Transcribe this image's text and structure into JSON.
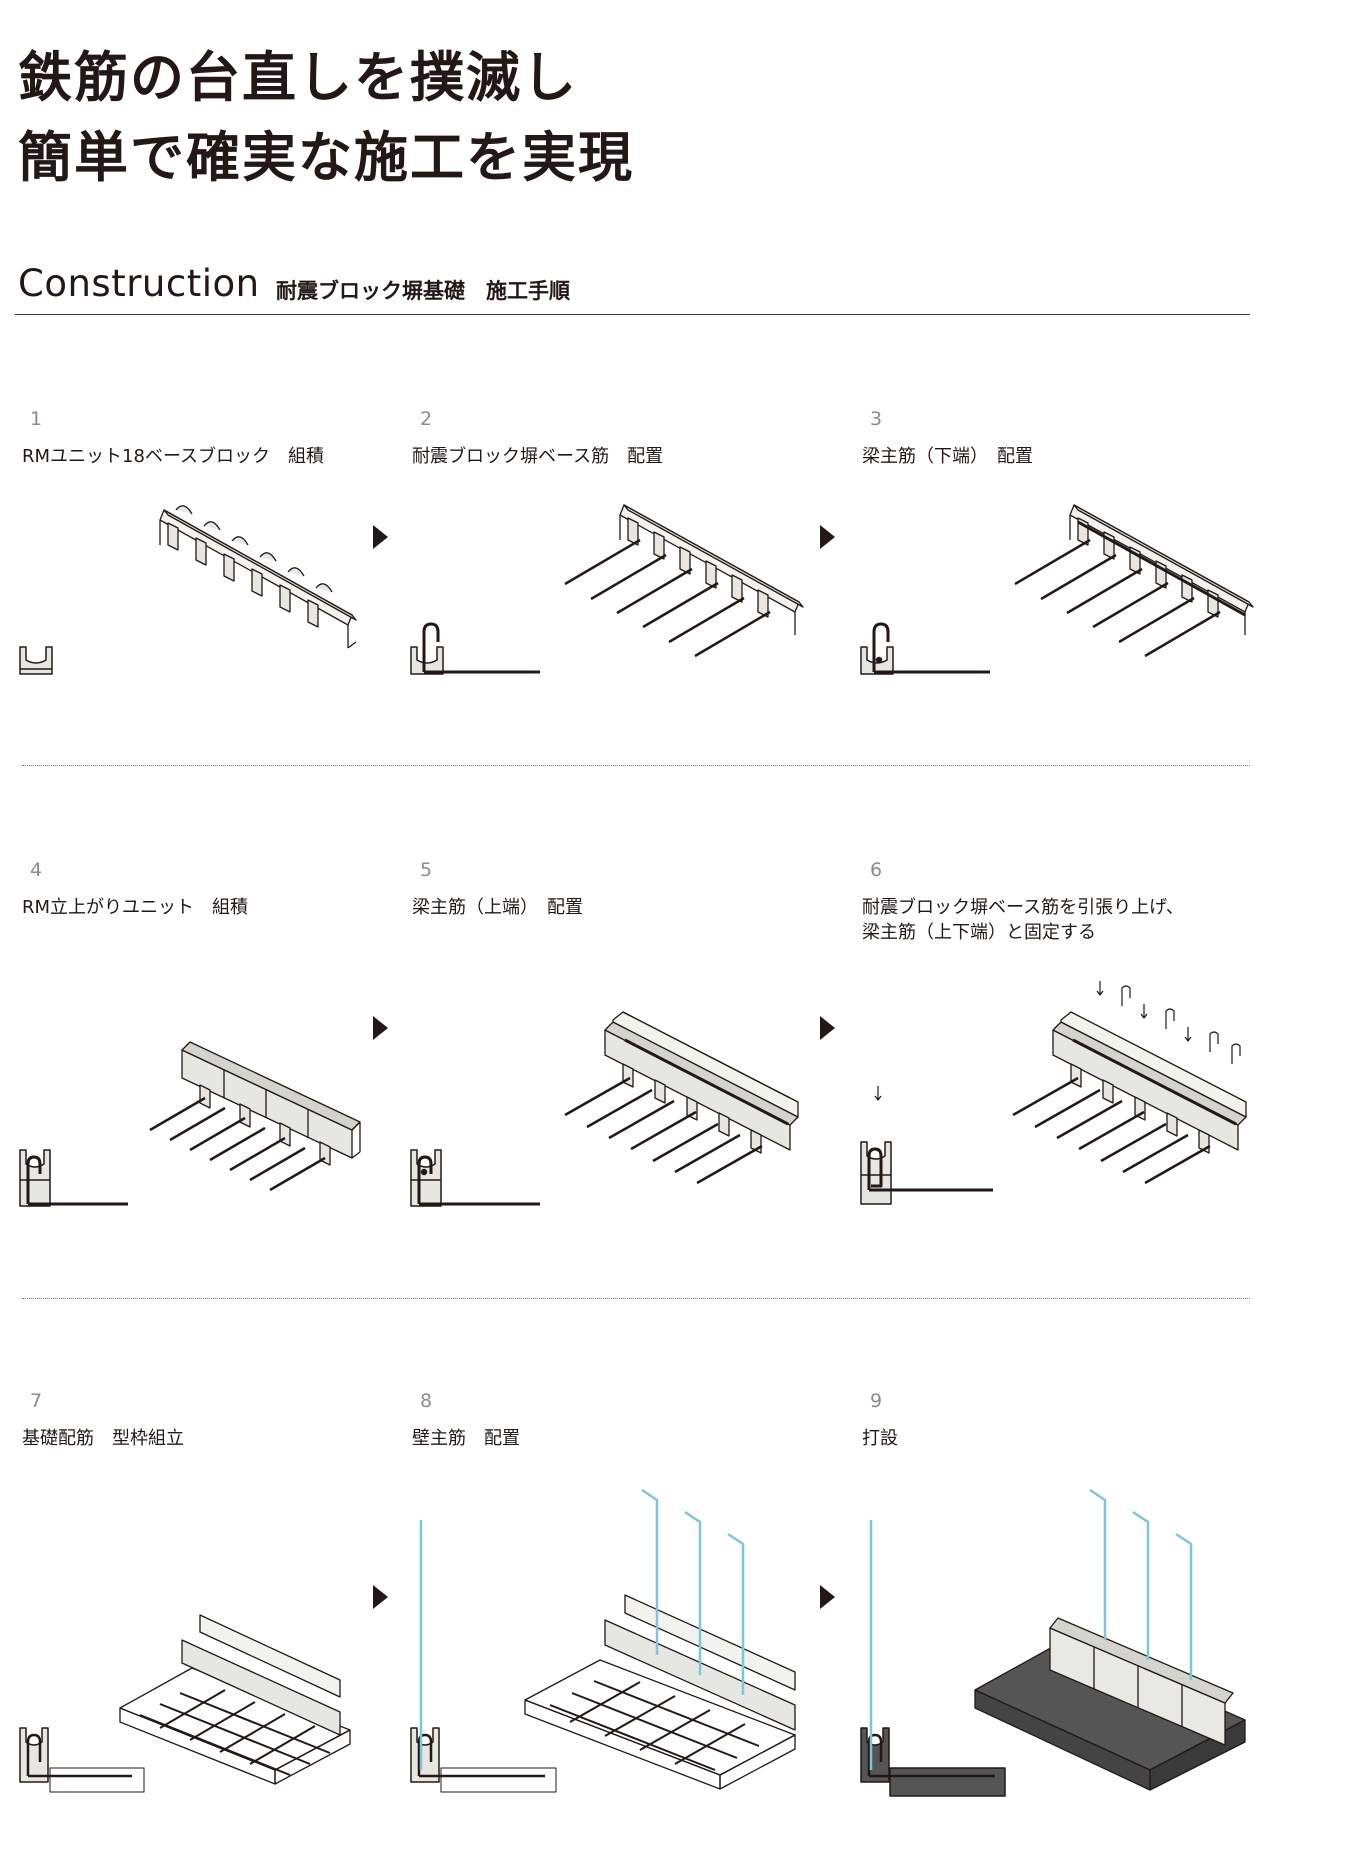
{
  "headline": {
    "line1": "鉄筋の台直しを撲滅し",
    "line2": "簡単で確実な施工を実現"
  },
  "section": {
    "title": "Construction",
    "subtitle": "耐震ブロック塀基礎　施工手順"
  },
  "steps": [
    {
      "number": "1",
      "label": "RMユニット18ベースブロック　組積"
    },
    {
      "number": "2",
      "label": "耐震ブロック塀ベース筋　配置"
    },
    {
      "number": "3",
      "label": "梁主筋（下端）　配置"
    },
    {
      "number": "4",
      "label": "RM立上がりユニット　組積"
    },
    {
      "number": "5",
      "label": "梁主筋（上端）　配置"
    },
    {
      "number": "6",
      "label": "耐震ブロック塀ベース筋を引張り上げ、",
      "label2": "梁主筋（上下端）と固定する"
    },
    {
      "number": "7",
      "label": "基礎配筋　型枠組立"
    },
    {
      "number": "8",
      "label": "壁主筋　配置"
    },
    {
      "number": "9",
      "label": "打設"
    }
  ],
  "colors": {
    "text": "#231815",
    "step_number": "#8c8c8c",
    "rebar_wall": "#7ec6d6",
    "concrete": "#555555",
    "block_fill": "#e6e6e2"
  }
}
